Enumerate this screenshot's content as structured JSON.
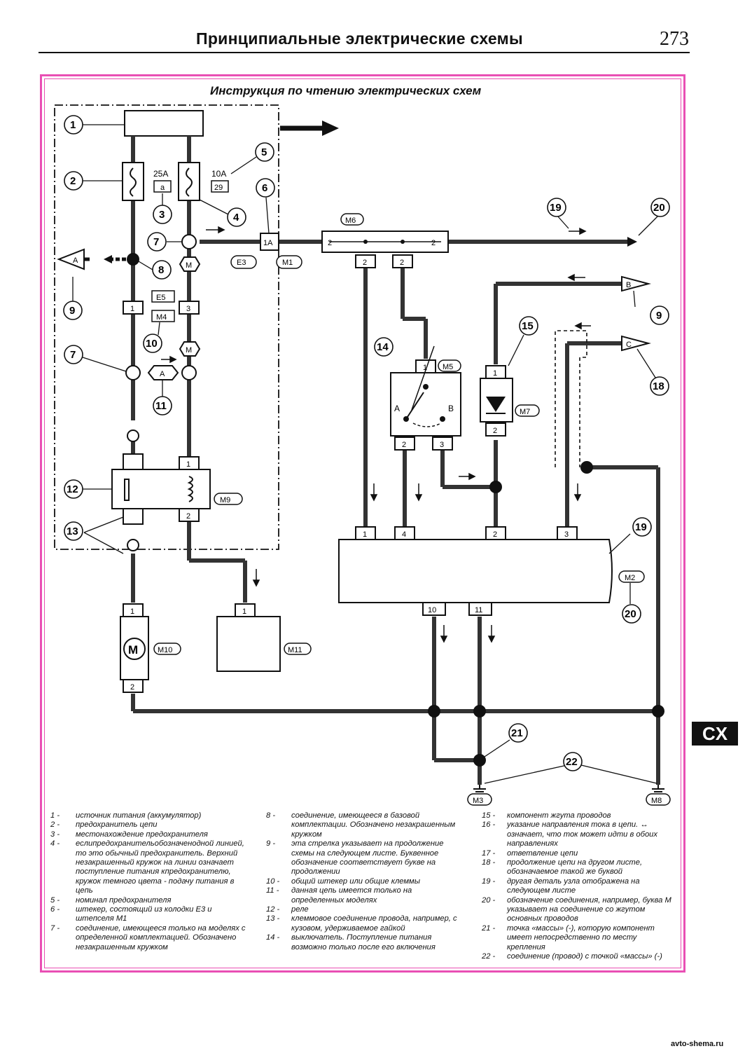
{
  "page": {
    "header_title": "Принципиальные электрические схемы",
    "page_number": "273",
    "schematic_title": "Инструкция по чтению электрических схем",
    "section_badge": "CX",
    "watermark": "avto-shema.ru"
  },
  "colors": {
    "frame": "#e94fb4",
    "ink": "#111111",
    "wire": "#333333"
  },
  "diagram": {
    "fuse_ratings": [
      "25A",
      "10A"
    ],
    "fuse_locations": [
      "a",
      "29"
    ],
    "connectors": [
      "E3",
      "M1",
      "M6",
      "E5",
      "M4",
      "M5",
      "M7",
      "M9",
      "M10",
      "M11",
      "M2",
      "M3",
      "M8"
    ],
    "pins": [
      "1",
      "2",
      "3",
      "4",
      "10",
      "11",
      "1A"
    ],
    "letters": [
      "A",
      "B",
      "C",
      "M"
    ],
    "switch_positions": [
      "A",
      "B"
    ]
  },
  "legend": {
    "columns": [
      [
        {
          "num": "1 -",
          "text": "источник питания (аккумулятор)"
        },
        {
          "num": "2 -",
          "text": "предохранитель цепи"
        },
        {
          "num": "3 -",
          "text": "местонахождение предохранителя"
        },
        {
          "num": "4 -",
          "text": "еслипредохранительобозначенодной линией, то это обычный предохранитель. Верхний незакрашенный кружок на линии означает поступление питания кпредохранителю, кружок темного цвета - подачу питания в цепь"
        },
        {
          "num": "5 -",
          "text": "номинал предохранителя"
        },
        {
          "num": "6 -",
          "text": "штекер, состоящий из колодки E3 и штепселя M1"
        },
        {
          "num": "7 -",
          "text": "соединение, имеющееся только на моделях с определенной комплектацией. Обозначено незакрашенным кружком"
        }
      ],
      [
        {
          "num": "8 -",
          "text": "соединение, имеющееся в базовой комплектации. Обозначено незакрашенным кружком"
        },
        {
          "num": "9 -",
          "text": "эта стрелка указывает на продолжение схемы на следующем листе. Буквенное обозначение соответствует букве на продолжении"
        },
        {
          "num": "10 -",
          "text": "общий штекер или общие клеммы"
        },
        {
          "num": "11 -",
          "text": "данная цепь имеется только на определенных моделях"
        },
        {
          "num": "12 -",
          "text": "реле"
        },
        {
          "num": "13 -",
          "text": "клеммовое соединение провода, например, с кузовом, удерживаемое гайкой"
        },
        {
          "num": "14 -",
          "text": "выключатель. Поступление питания возможно только после его включения"
        }
      ],
      [
        {
          "num": "15 -",
          "text": "компонент жгута проводов"
        },
        {
          "num": "16 -",
          "text": "указание направления тока в цепи. ↔ означает, что ток может идти в обоих направлениях"
        },
        {
          "num": "17 -",
          "text": "ответвление цепи"
        },
        {
          "num": "18 -",
          "text": "продолжение цепи на другом листе, обозначаемое такой же буквой"
        },
        {
          "num": "19 -",
          "text": "другая деталь узла отображена на следующем листе"
        },
        {
          "num": "20 -",
          "text": "обозначение соединения, например, буква M указывает на соединение со жгутом основных проводов"
        },
        {
          "num": "21 -",
          "text": "точка «массы» (-), которую компонент имеет непосредственно по месту крепления"
        },
        {
          "num": "22 -",
          "text": "соединение (провод) с точкой «массы» (-)"
        }
      ]
    ]
  }
}
